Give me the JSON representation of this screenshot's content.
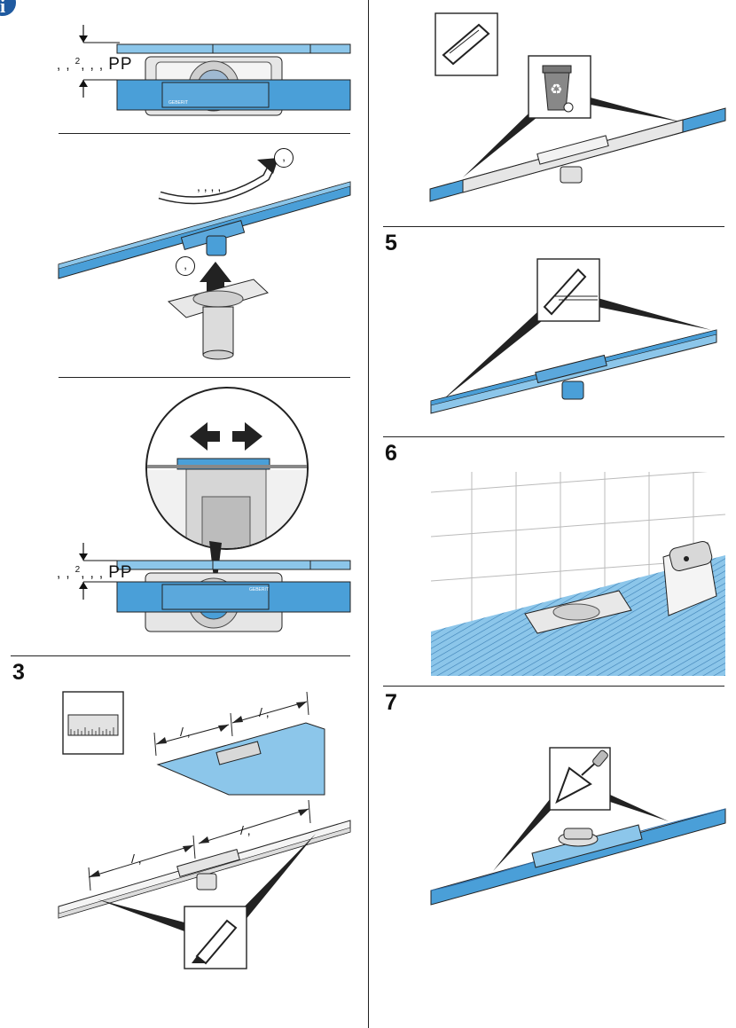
{
  "info": {
    "icon": "info-icon",
    "glyph": "i"
  },
  "panel1": {
    "dim_prefix": ", , ",
    "dim_sup": "2",
    "dim_mid": ", , , ",
    "dim_unit": "PP"
  },
  "panel2": {
    "rotate_label": ", , , ,",
    "circle_top": ",",
    "circle_bottom": ","
  },
  "panel3": {
    "dim_prefix": ", , ",
    "dim_sup": "2",
    "dim_mid": ", , , ",
    "dim_unit": "PP"
  },
  "step3": {
    "number": "3",
    "dim_top_left": "/ ,",
    "dim_top_right": "/ ,",
    "dim_bottom_left": "/ ,",
    "dim_bottom_right": "/ ,"
  },
  "step5": {
    "number": "5"
  },
  "step6": {
    "number": "6"
  },
  "step7": {
    "number": "7"
  },
  "colors": {
    "accent_blue": "#4a9fd8",
    "light_blue": "#8cc6ea",
    "line": "#222222"
  }
}
